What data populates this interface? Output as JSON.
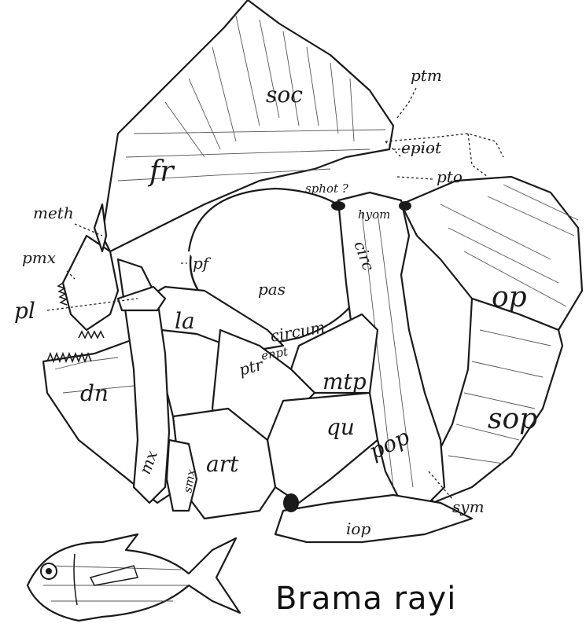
{
  "figure": {
    "species": "Brama rayi",
    "labels": {
      "soc": "soc",
      "ptm": "ptm",
      "epiot": "epiot",
      "pto": "pto",
      "fr": "fr",
      "sphot": "sphot ?",
      "hyom": "hyom",
      "meth": "meth",
      "pmx": "pmx",
      "pf": "pf",
      "pl": "pl",
      "pas": "pas",
      "circum_a": "circ",
      "circum_b": "circum",
      "op": "op",
      "la": "la",
      "enpt": "enpt",
      "ptr": "ptr",
      "mtp": "mtp",
      "dn": "dn",
      "sop": "sop",
      "qu": "qu",
      "pop": "pop",
      "art": "art",
      "mx": "mx",
      "smx": "smx",
      "sym": "sym",
      "iop": "iop"
    }
  }
}
